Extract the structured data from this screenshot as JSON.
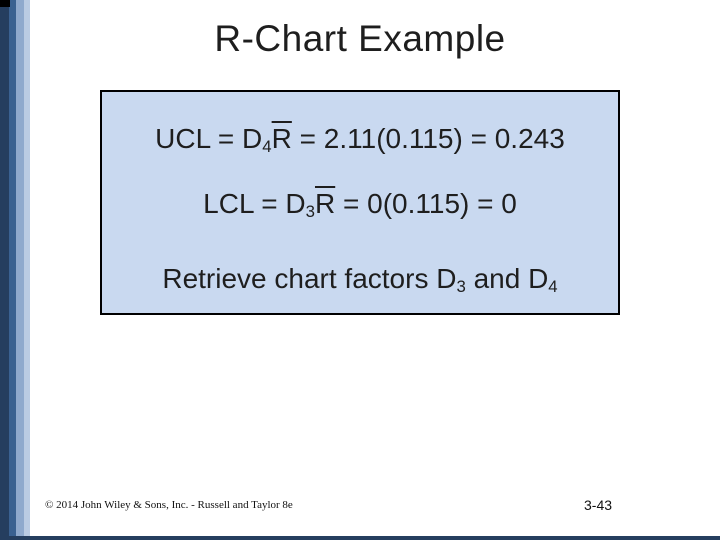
{
  "slide_title": "R-Chart Example",
  "box": {
    "lines": [
      {
        "pre": "UCL = D",
        "sub": "4",
        "bar": "R",
        "post": " = 2.11(0.115) = 0.243"
      },
      {
        "pre": "LCL = D",
        "sub": "3",
        "bar": "R",
        "post": " = 0(0.115) = 0"
      },
      {
        "pre": "Retrieve chart factors D",
        "sub": "3",
        "mid": " and D",
        "sub2": "4"
      }
    ]
  },
  "footer": {
    "copyright": "© 2014 John Wiley & Sons, Inc. - Russell and Taylor 8e",
    "slide_number": "3-43"
  },
  "colors": {
    "stripe_dark": "#253E5F",
    "stripe_medium": "#3A6191",
    "stripe_light": "#8FA9CD",
    "stripe_lighter": "#BACBE3",
    "box_fill": "#C9D9F0",
    "box_border": "#000000",
    "bottom_bar": "#253E5F",
    "text": "#1E1E1E"
  }
}
